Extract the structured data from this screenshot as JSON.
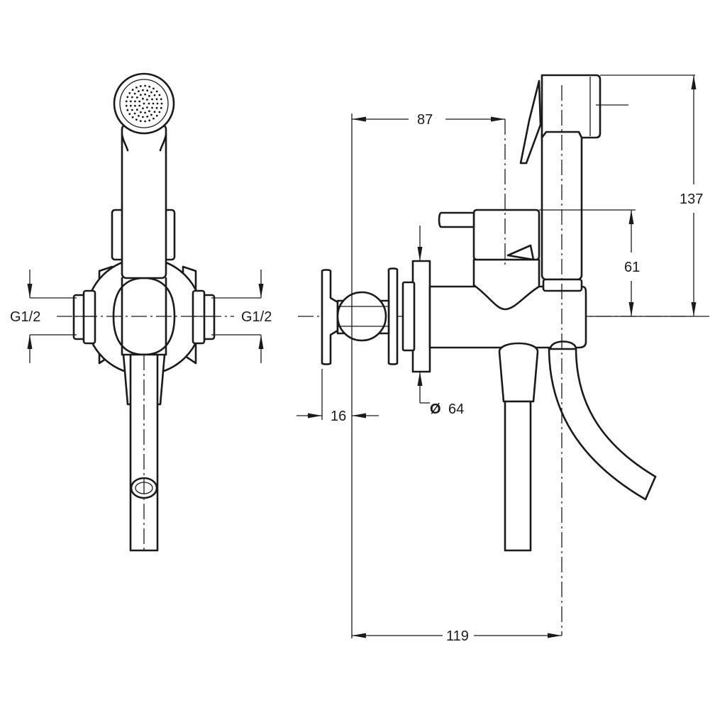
{
  "dimensions": {
    "width_87": "87",
    "width_119": "119",
    "height_137": "137",
    "height_61": "61",
    "diameter_64": "64",
    "diameter_symbol": "Ø",
    "depth_16": "16",
    "thread_left": "G1/2",
    "thread_right": "G1/2"
  }
}
